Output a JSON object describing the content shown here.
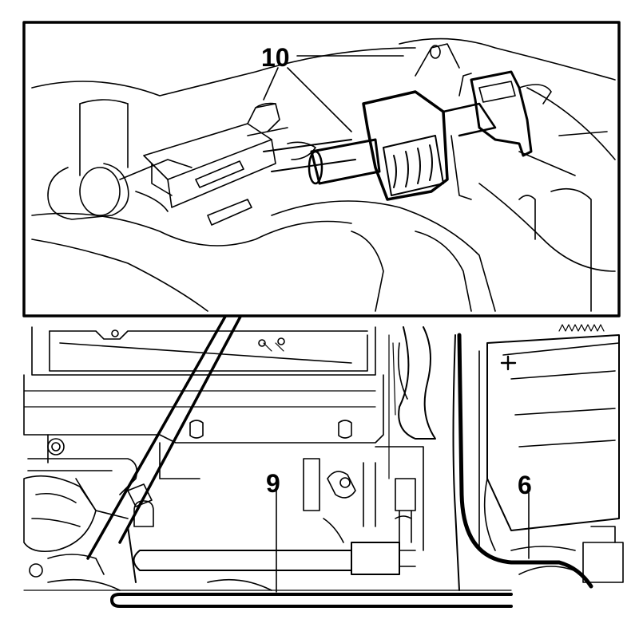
{
  "callouts": {
    "detail_part": "10",
    "hose": "9",
    "cable": "6"
  },
  "colors": {
    "line": "#000000",
    "background": "#ffffff"
  }
}
